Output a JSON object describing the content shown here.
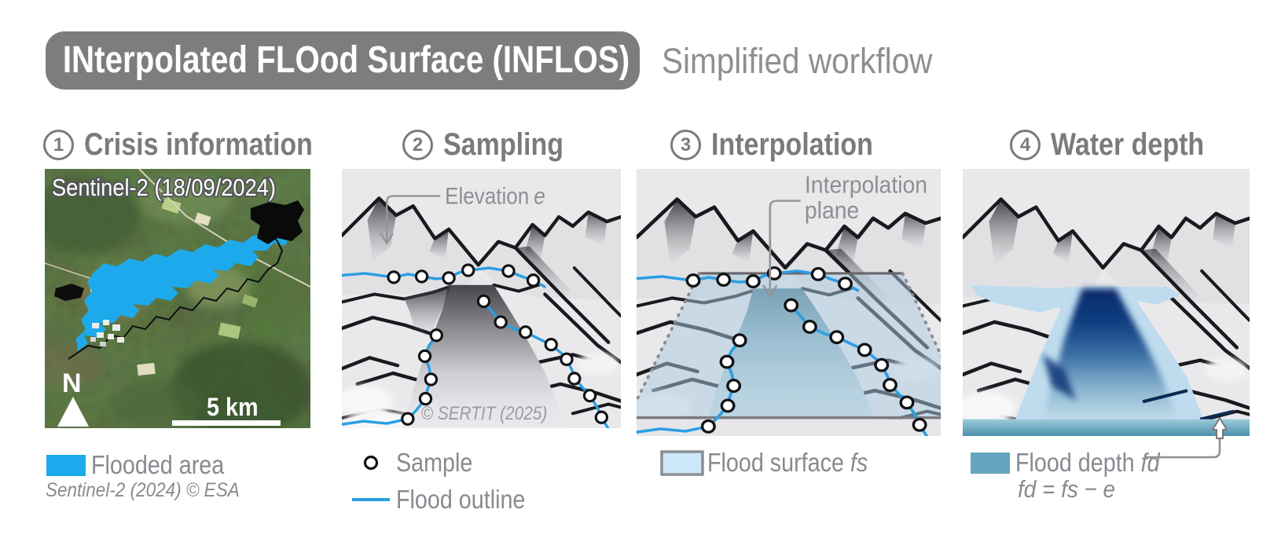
{
  "title": {
    "badge": "INterpolated FLOod Surface (INFLOS)",
    "subtitle": "Simplified workflow"
  },
  "steps": [
    {
      "number": "1",
      "label": "Crisis information"
    },
    {
      "number": "2",
      "label": "Sampling"
    },
    {
      "number": "3",
      "label": "Interpolation"
    },
    {
      "number": "4",
      "label": "Water depth"
    }
  ],
  "crisis_panel": {
    "image_caption": "Sentinel-2 (18/09/2024)",
    "north_label": "N",
    "scale_label": "5 km",
    "legend_label": "Flooded area",
    "flood_color": "#1caaec",
    "credit": "Sentinel-2 (2024) © ESA"
  },
  "sampling_panel": {
    "annotation_label": "Elevation",
    "annotation_symbol": "e",
    "copyright": "© SERTIT (2025)",
    "legend_sample": "Sample",
    "legend_outline": "Flood outline",
    "outline_color": "#2b9ee3"
  },
  "interpolation_panel": {
    "annotation_line1": "Interpolation",
    "annotation_line2": "plane",
    "legend_label": "Flood surface",
    "legend_symbol": "fs",
    "surface_color": "#cbe7f8"
  },
  "depth_panel": {
    "legend_label": "Flood depth",
    "legend_symbol": "fd",
    "formula": "fd = fs − e",
    "depth_color": "#66a5bd"
  }
}
